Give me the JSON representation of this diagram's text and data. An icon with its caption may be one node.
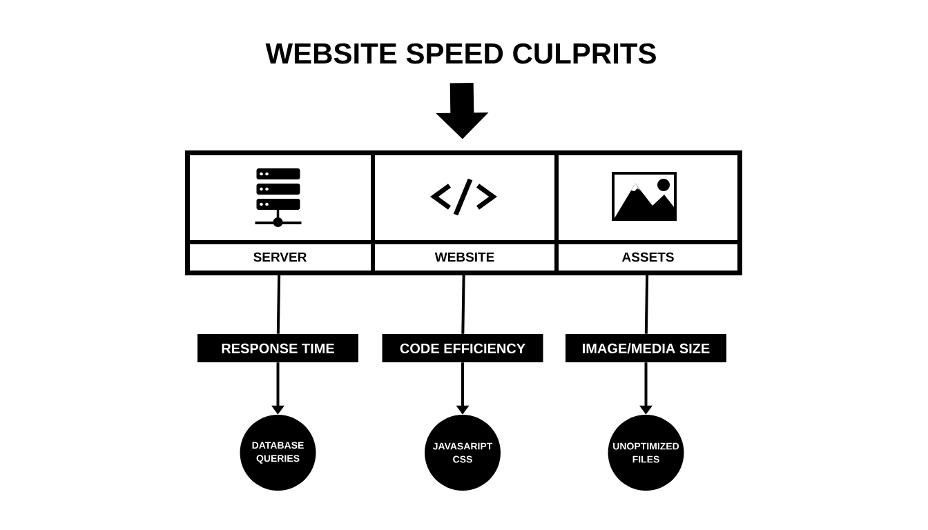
{
  "diagram": {
    "nodes": [
      {
        "text": [
          "WEBSITE SPEED CULPRITS"
        ]
      },
      {
        "text": [],
        "shape": "box"
      },
      {
        "text": [
          "SERVER"
        ],
        "in": 1
      },
      {
        "text": [
          "WEBSITE"
        ],
        "in": 1
      },
      {
        "text": [
          "ASSETS"
        ],
        "in": 1
      },
      {
        "text": [
          "RESPONSE TIME"
        ]
      },
      {
        "text": [
          "CODE EFFICIENCY"
        ]
      },
      {
        "text": [
          "IMAGE/MEDIA SIZE"
        ]
      },
      {
        "text": [
          "DATABASE QUERIES"
        ]
      },
      {
        "text": [
          "JAVASARIPT CSS"
        ]
      },
      {
        "text": [
          "UNOPTIMIZED FILES"
        ]
      }
    ],
    "edges": [
      {
        "from": 0,
        "to": 1,
        "arrow": "to",
        "style": "thick"
      },
      {
        "from": 2,
        "to": 5,
        "arrow": "none"
      },
      {
        "from": 3,
        "to": 6,
        "arrow": "none"
      },
      {
        "from": 4,
        "to": 7,
        "arrow": "none"
      },
      {
        "from": 5,
        "to": 8,
        "arrow": "to"
      },
      {
        "from": 6,
        "to": 9,
        "arrow": "to"
      },
      {
        "from": 7,
        "to": 10,
        "arrow": "to"
      }
    ]
  }
}
